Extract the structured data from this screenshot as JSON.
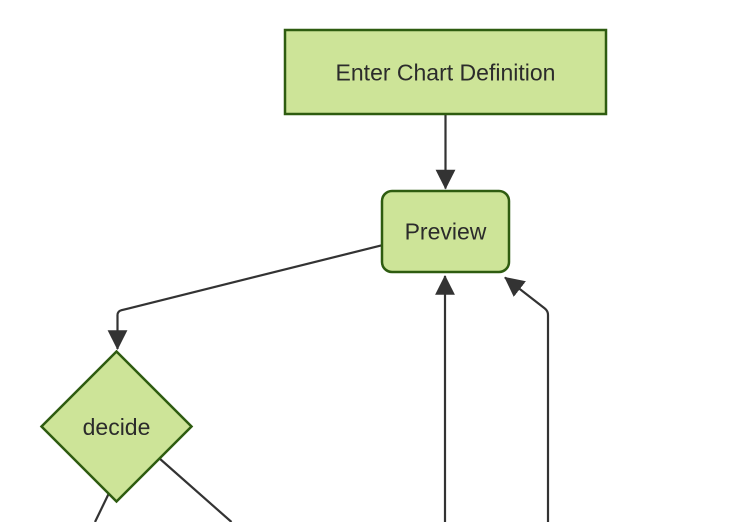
{
  "diagram": {
    "type": "flowchart-top-down",
    "theme": {
      "background": "#ffffff",
      "node_fill": "#cde498",
      "node_border": "#2e5c10",
      "edge_color": "#333333",
      "text_color": "#2b2b2b"
    },
    "nodes": [
      {
        "id": "enter-chart-definition",
        "label": "Enter Chart Definition",
        "shape": "rectangle"
      },
      {
        "id": "preview",
        "label": "Preview",
        "shape": "rounded-rectangle"
      },
      {
        "id": "decide",
        "label": "decide",
        "shape": "diamond"
      }
    ],
    "edges": [
      {
        "from": "enter-chart-definition",
        "to": "preview",
        "arrowhead_visible": true
      },
      {
        "from": "preview",
        "to": "decide",
        "arrowhead_visible": true
      },
      {
        "from": "offscreen-bottom",
        "to": "preview",
        "arrowhead_visible": true
      },
      {
        "from": "offscreen-bottom-right",
        "to": "preview",
        "arrowhead_visible": true
      },
      {
        "from": "decide",
        "to": "offscreen-bottom-left",
        "arrowhead_visible": false
      },
      {
        "from": "decide",
        "to": "offscreen-bottom-right",
        "arrowhead_visible": false
      }
    ]
  }
}
